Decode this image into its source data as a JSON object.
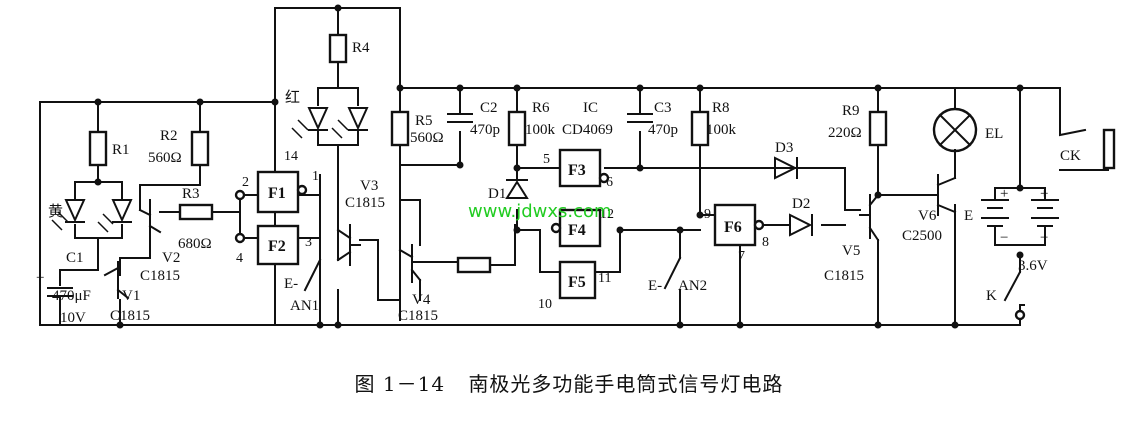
{
  "labels": {
    "r1": "R1",
    "r2": "R2",
    "r2v": "560Ω",
    "r3": "R3",
    "r3v": "680Ω",
    "r4": "R4",
    "r5": "R5",
    "r5v": "560Ω",
    "r6": "R6",
    "r6v": "100k",
    "r8": "R8",
    "r8v": "100k",
    "r9": "R9",
    "r9v": "220Ω",
    "c1": "C1",
    "c1v": "470μF",
    "c1v2": "10V",
    "c2": "C2",
    "c2v": "470p",
    "c3": "C3",
    "c3v": "470p",
    "v1": "V1",
    "v1t": "C1815",
    "v2": "V2",
    "v2t": "C1815",
    "v3": "V3",
    "v3t": "C1815",
    "v4": "V4",
    "v4t": "C1815",
    "v5": "V5",
    "v5t": "C1815",
    "v6": "V6",
    "v6t": "C2500",
    "huang": "黄",
    "hong": "红",
    "f1": "F1",
    "f2": "F2",
    "f3": "F3",
    "f4": "F4",
    "f5": "F5",
    "f6": "F6",
    "ic": "IC",
    "ict": "CD4069",
    "d1": "D1",
    "d2": "D2",
    "d3": "D3",
    "an1": "AN1",
    "an2": "AN2",
    "el": "EL",
    "ck": "CK",
    "e": "E",
    "ev": "3.6V",
    "k": "K",
    "p1": "1",
    "p2": "2",
    "p3": "3",
    "p4": "4",
    "p5": "5",
    "p6": "6",
    "p7": "7",
    "p8": "8",
    "p9": "9",
    "p10": "10",
    "p11": "11",
    "p12": "12",
    "p14": "14",
    "eplus": "+",
    "eplus2": "+",
    "eminus": "−",
    "eminus2": "−",
    "an1e": "E-",
    "an2e": "E-",
    "c1plus": "+"
  },
  "watermark": "www.jdwxs.com",
  "caption": {
    "figure_no": "图 1－14",
    "title": "南极光多功能手电筒式信号灯电路"
  }
}
